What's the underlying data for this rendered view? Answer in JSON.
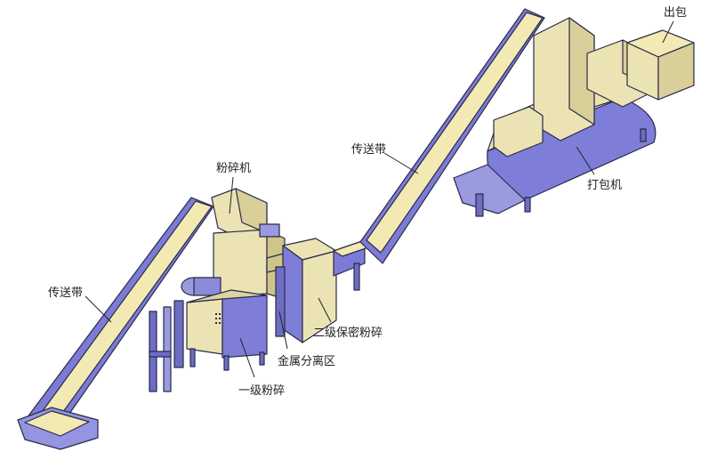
{
  "labels": {
    "belt_left": "传送带",
    "crusher": "粉碎机",
    "belt_middle": "传送带",
    "output_bale": "出包",
    "baler": "打包机",
    "secondary_shred": "二级保密粉碎",
    "metal_separation": "金属分离区",
    "primary_shred": "一级粉碎"
  },
  "colors": {
    "belt_surface": "#f3eab3",
    "belt_side": "#7c7cd6",
    "frame_dark": "#5a5aa8",
    "machine_light": "#ece3b4",
    "machine_blue": "#7e7ed8",
    "outline": "#2a2a4a"
  }
}
